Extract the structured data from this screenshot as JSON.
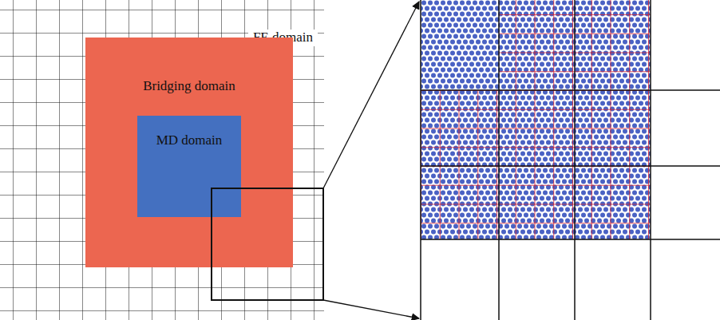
{
  "diagram": {
    "nodes": [
      {
        "text": [
          "FE domain"
        ]
      },
      {
        "text": [
          "Bridging domain"
        ],
        "in": 0
      },
      {
        "text": [
          "MD domain"
        ],
        "in": 1
      }
    ]
  }
}
